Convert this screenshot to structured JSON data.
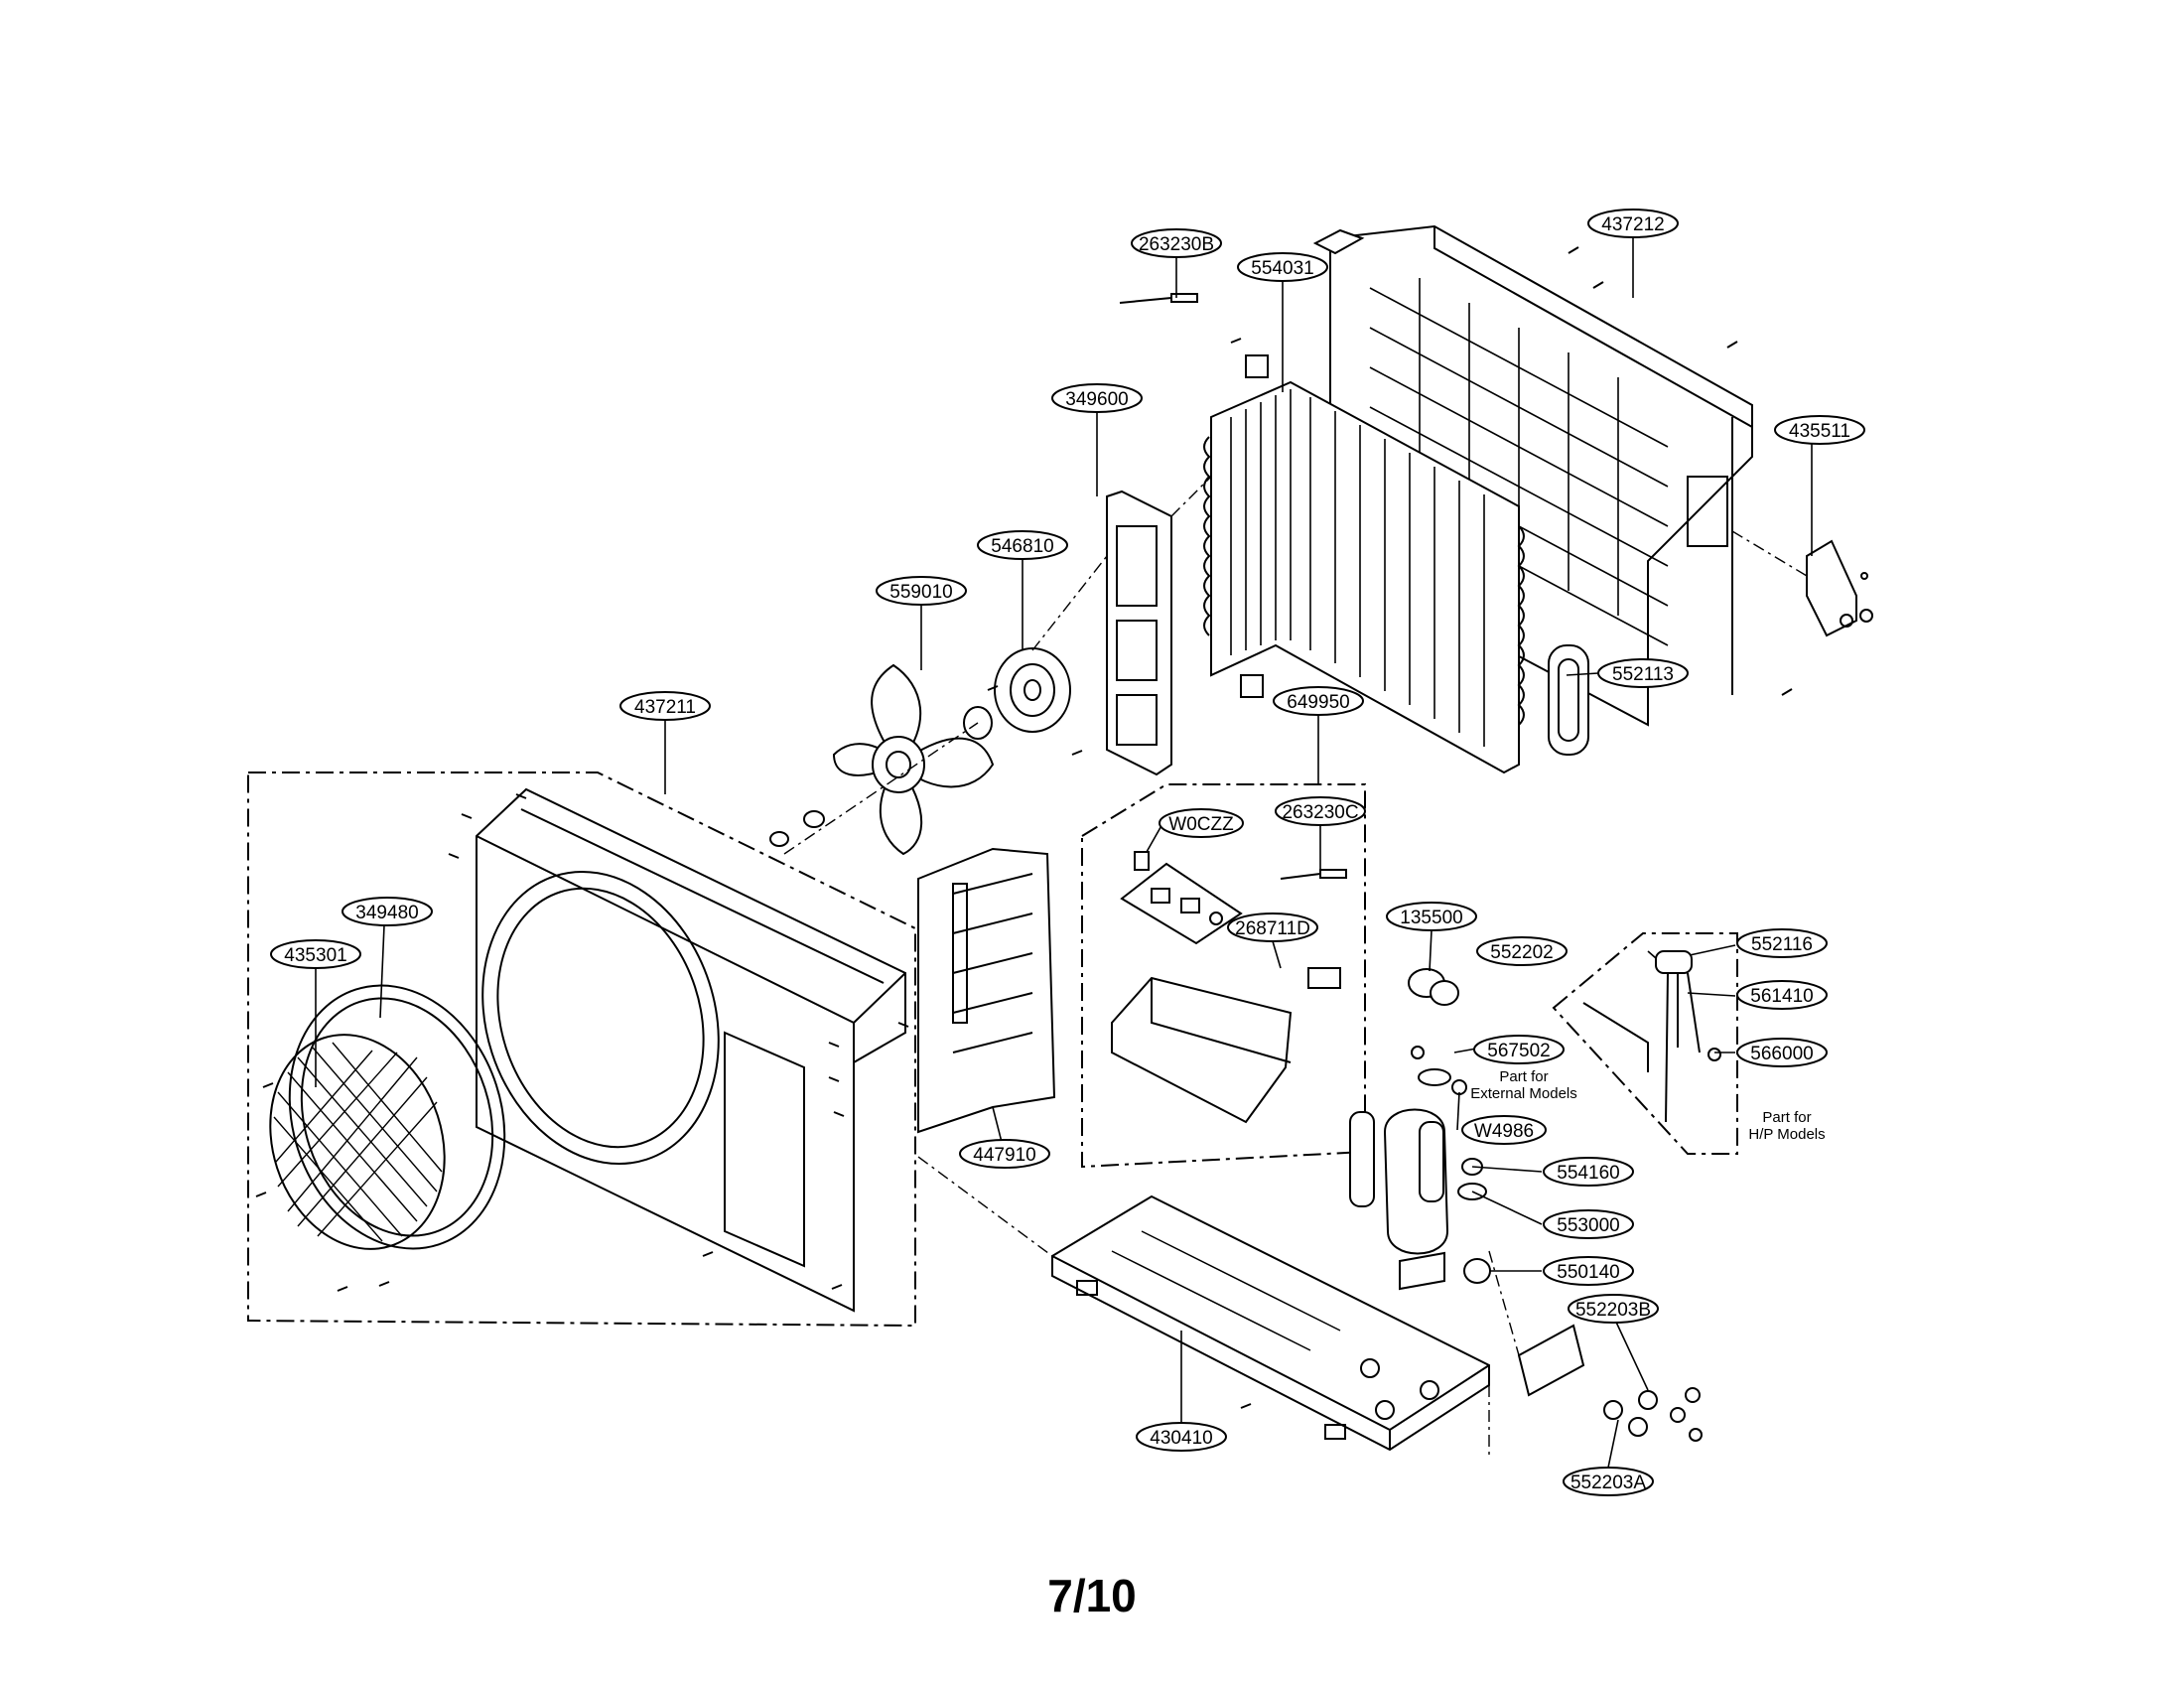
{
  "parts": [
    {
      "id": "p263230B",
      "label": "263230B"
    },
    {
      "id": "p554031",
      "label": "554031"
    },
    {
      "id": "p437212",
      "label": "437212"
    },
    {
      "id": "p349600",
      "label": "349600"
    },
    {
      "id": "p435511",
      "label": "435511"
    },
    {
      "id": "p546810",
      "label": "546810"
    },
    {
      "id": "p559010",
      "label": "559010"
    },
    {
      "id": "p552113",
      "label": "552113"
    },
    {
      "id": "p437211",
      "label": "437211"
    },
    {
      "id": "p649950",
      "label": "649950"
    },
    {
      "id": "pW0CZZ",
      "label": "W0CZZ"
    },
    {
      "id": "p263230C",
      "label": "263230C"
    },
    {
      "id": "p349480",
      "label": "349480"
    },
    {
      "id": "p435301",
      "label": "435301"
    },
    {
      "id": "p268711D",
      "label": "268711D"
    },
    {
      "id": "p135500",
      "label": "135500"
    },
    {
      "id": "p552202",
      "label": "552202"
    },
    {
      "id": "p552116",
      "label": "552116"
    },
    {
      "id": "p561410",
      "label": "561410"
    },
    {
      "id": "p567502",
      "label": "567502"
    },
    {
      "id": "p566000",
      "label": "566000"
    },
    {
      "id": "pW4986",
      "label": "W4986"
    },
    {
      "id": "p447910",
      "label": "447910"
    },
    {
      "id": "p554160",
      "label": "554160"
    },
    {
      "id": "p553000",
      "label": "553000"
    },
    {
      "id": "p550140",
      "label": "550140"
    },
    {
      "id": "p552203B",
      "label": "552203B"
    },
    {
      "id": "p430410",
      "label": "430410"
    },
    {
      "id": "p552203A",
      "label": "552203A"
    }
  ],
  "notes": {
    "external_line1": "Part for",
    "external_line2": "External Models",
    "hp_line1": "Part for",
    "hp_line2": "H/P Models"
  },
  "page_number": "7/10"
}
